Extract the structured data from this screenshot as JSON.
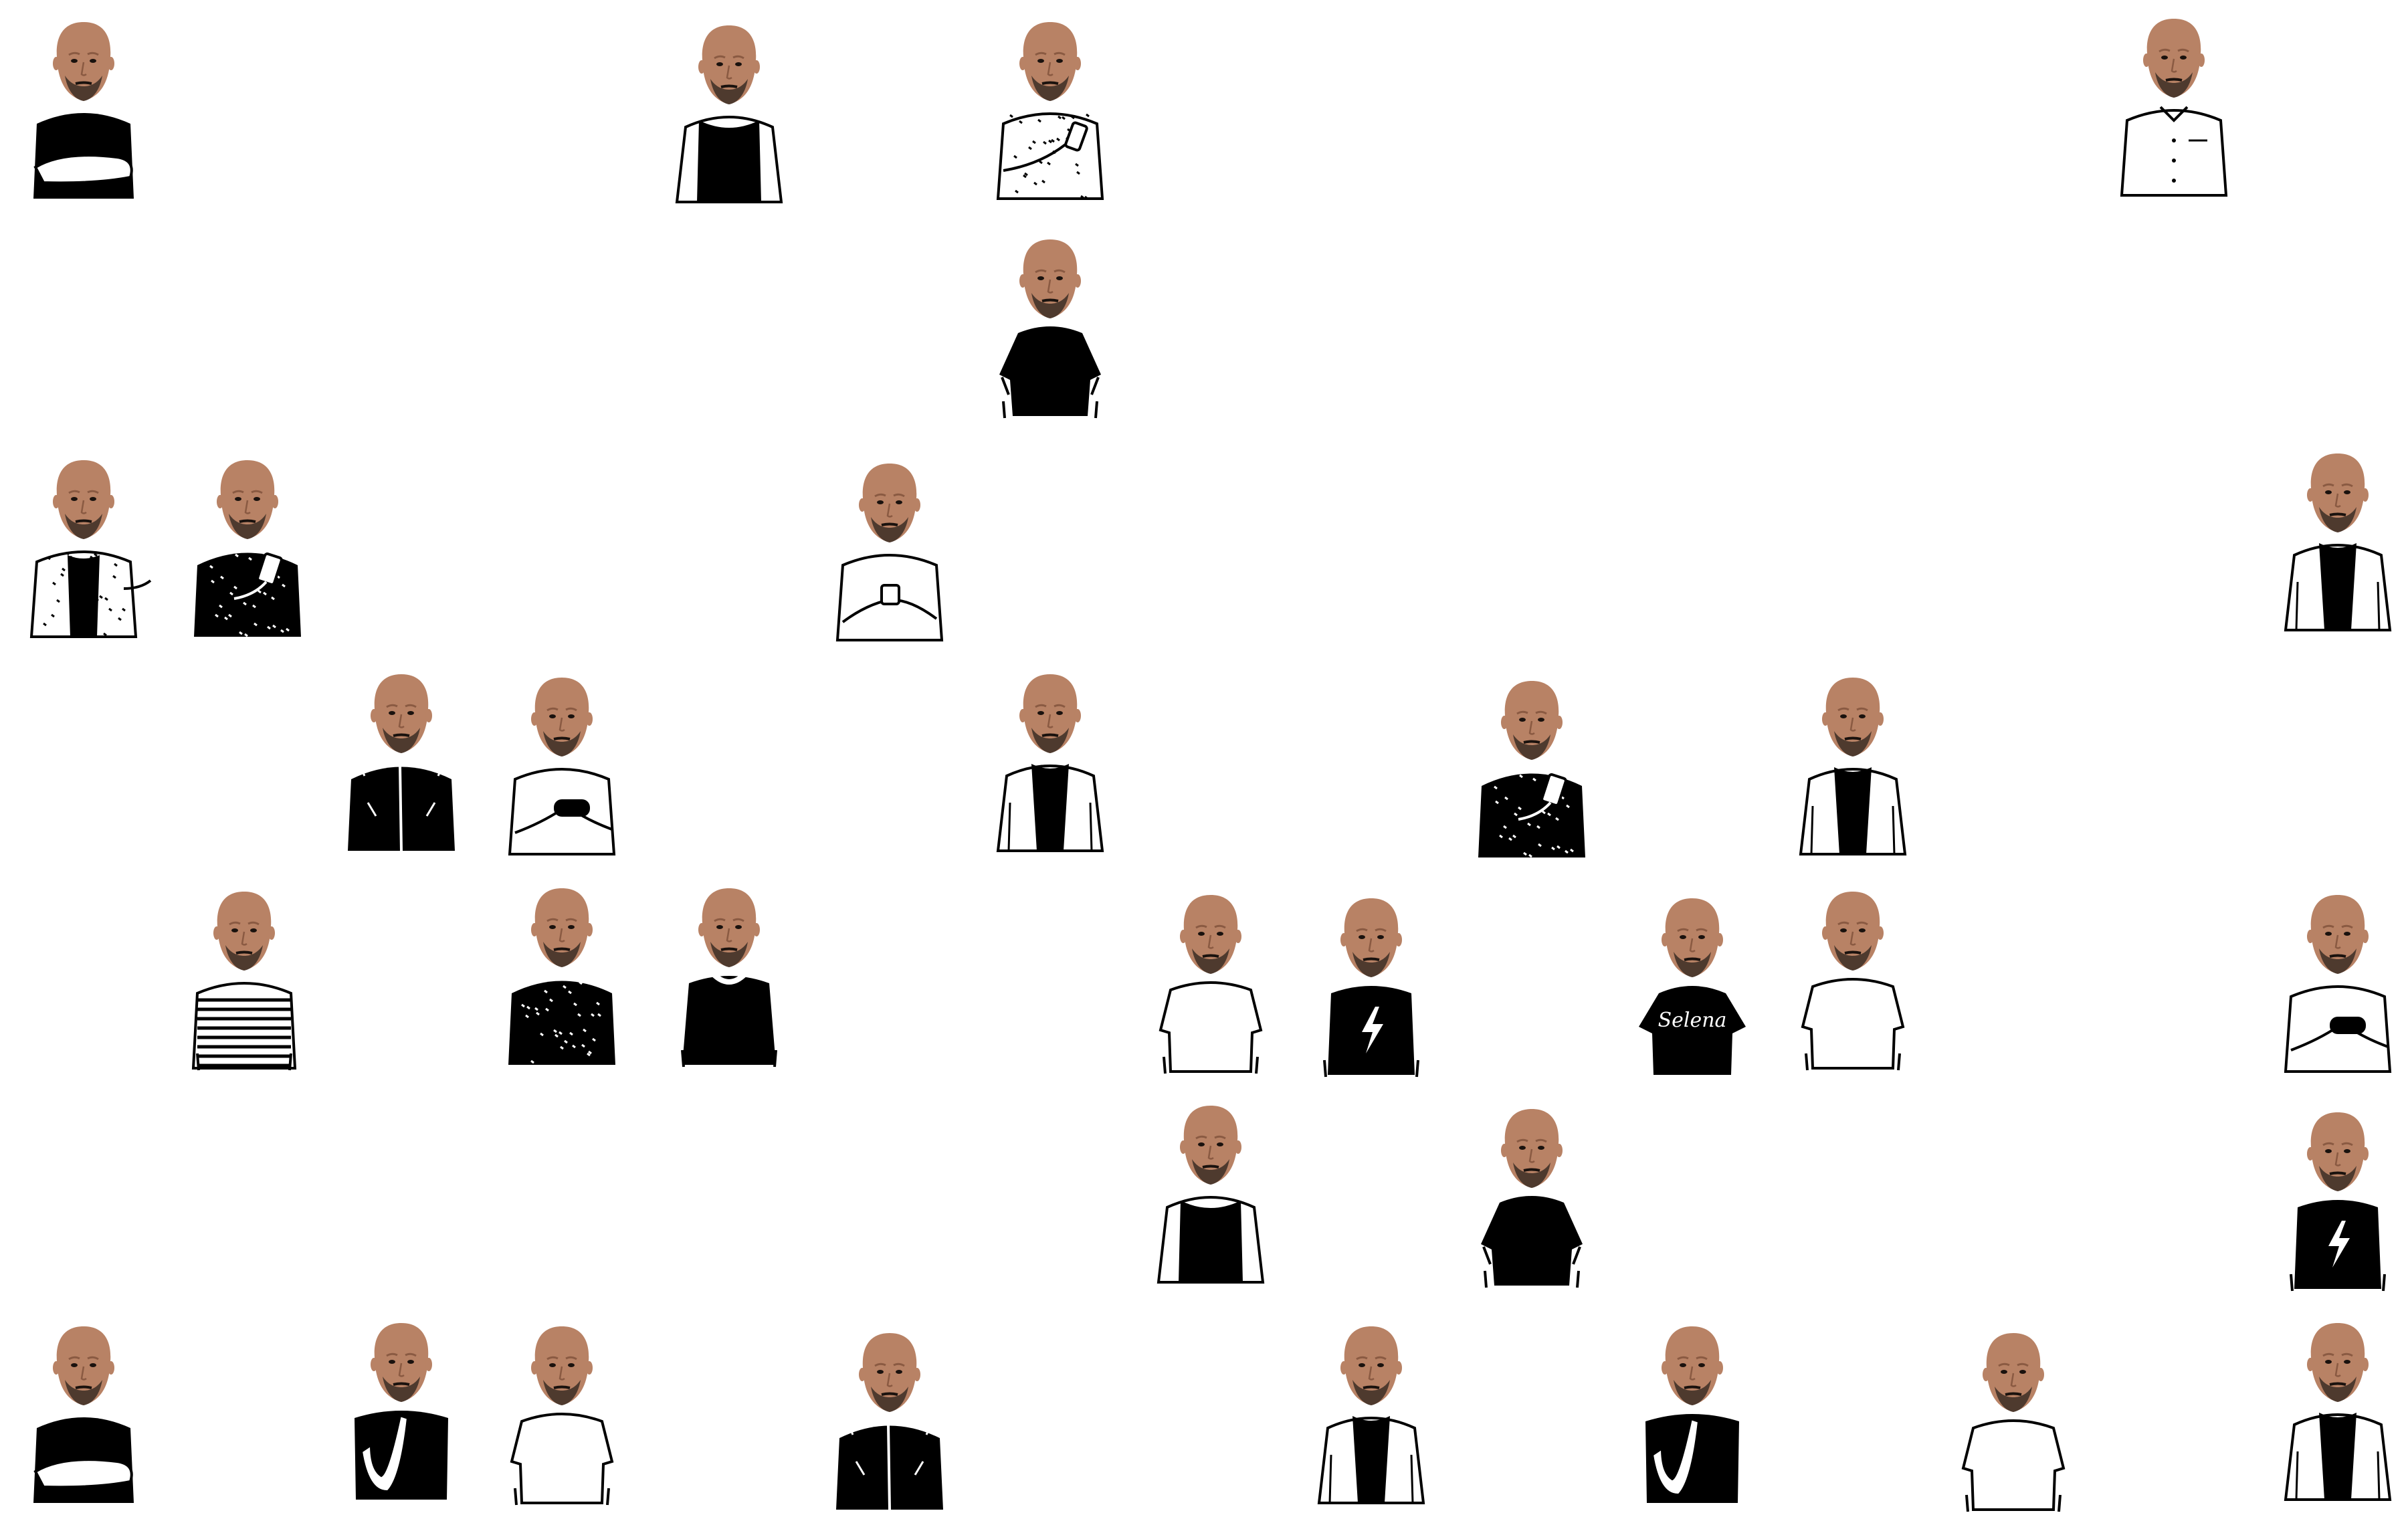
{
  "palette": {
    "background": "#ffffff",
    "ink": "#000000",
    "skin": "#b88265",
    "skin_shadow": "#8a5a42",
    "beard": "#2b211c"
  },
  "avatars": [
    {
      "outfit": "black-tee-arms-crossed"
    },
    {
      "outfit": "white-jacket-black-vest"
    },
    {
      "outfit": "patterned-shirt-phone"
    },
    {
      "outfit": "white-button-shirt"
    },
    {
      "outfit": "black-tee"
    },
    {
      "outfit": "dotted-cardigan-pointing"
    },
    {
      "outfit": "black-dotted-sweater-phone"
    },
    {
      "outfit": "white-shirt-cup"
    },
    {
      "outfit": "white-jacket-black-tee"
    },
    {
      "outfit": "black-zip-jacket"
    },
    {
      "outfit": "white-shirt-gamepad"
    },
    {
      "outfit": "white-jacket-black-tee"
    },
    {
      "outfit": "black-dotted-sweater-phone"
    },
    {
      "outfit": "white-jacket-black-tee"
    },
    {
      "outfit": "striped-shirt"
    },
    {
      "outfit": "black-dotted-sweater"
    },
    {
      "outfit": "black-tee-white-collar"
    },
    {
      "outfit": "white-tee"
    },
    {
      "outfit": "black-lightning-tee"
    },
    {
      "outfit": "black-logo-tee",
      "shirt_text": "Selena"
    },
    {
      "outfit": "white-tee"
    },
    {
      "outfit": "white-shirt-gamepad"
    },
    {
      "outfit": "white-jacket-black-vest"
    },
    {
      "outfit": "black-tee"
    },
    {
      "outfit": "black-lightning-tee"
    },
    {
      "outfit": "black-tee-arms-crossed"
    },
    {
      "outfit": "black-tee-thinking"
    },
    {
      "outfit": "white-tee"
    },
    {
      "outfit": "black-zip-jacket"
    },
    {
      "outfit": "white-jacket-black-tee"
    },
    {
      "outfit": "black-tee-thinking"
    },
    {
      "outfit": "white-tee"
    },
    {
      "outfit": "white-jacket-black-tee"
    }
  ]
}
